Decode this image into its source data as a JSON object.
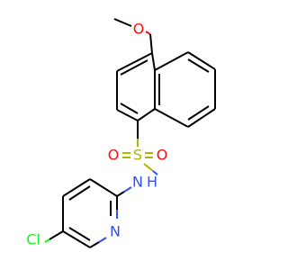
{
  "molecule": {
    "atoms": {
      "methoxy_o": "O",
      "sulfonyl_o_left": "O",
      "sulfonyl_o_right": "O",
      "sulfur": "S",
      "amide_n": "N",
      "amide_h": "H",
      "pyridine_n": "N",
      "chlorine": "Cl"
    },
    "colors": {
      "carbon_bond": "#000000",
      "oxygen": "#ff0d0d",
      "sulfur": "#b2b200",
      "nitrogen": "#3050f8",
      "chlorine": "#1ff01f"
    }
  }
}
